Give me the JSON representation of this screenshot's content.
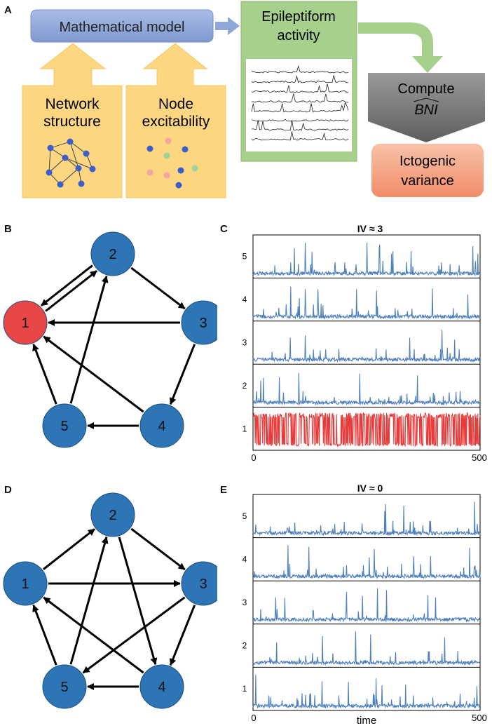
{
  "panels": {
    "a": "A",
    "b": "B",
    "c": "C",
    "d": "D",
    "e": "E"
  },
  "flow": {
    "model": "Mathematical model",
    "network_line1": "Network",
    "network_line2": "structure",
    "node_line1": "Node",
    "node_line2": "excitability",
    "epi_line1": "Epileptiform",
    "epi_line2": "activity",
    "compute_line1": "Compute",
    "compute_line2": "BNI",
    "ictogenic_line1": "Ictogenic",
    "ictogenic_line2": "variance"
  },
  "colors": {
    "model_box": "#8fa6d8",
    "yellow_arrow": "#fdd681",
    "green_box": "#a8d08d",
    "compute_box": "#7f7f7f",
    "ictogenic_box": "#f4a583",
    "node_blue": "#2e75b6",
    "node_red": "#e84747",
    "trace_blue": "#4f81bd",
    "trace_red": "#e83b3b",
    "dot_blue": "#3a5fcd",
    "dot_pink": "#f4a3a3",
    "dot_green": "#9bd39b"
  },
  "graphs": {
    "b": {
      "nodes": [
        "1",
        "2",
        "3",
        "4",
        "5"
      ],
      "highlighted_node": "1",
      "edges": [
        [
          "1",
          "2"
        ],
        [
          "2",
          "1"
        ],
        [
          "2",
          "3"
        ],
        [
          "3",
          "1"
        ],
        [
          "3",
          "4"
        ],
        [
          "4",
          "5"
        ],
        [
          "4",
          "1"
        ],
        [
          "5",
          "1"
        ],
        [
          "5",
          "2"
        ]
      ]
    },
    "d": {
      "nodes": [
        "1",
        "2",
        "3",
        "4",
        "5"
      ],
      "edges": [
        [
          "1",
          "2"
        ],
        [
          "1",
          "3"
        ],
        [
          "2",
          "3"
        ],
        [
          "2",
          "4"
        ],
        [
          "3",
          "4"
        ],
        [
          "3",
          "5"
        ],
        [
          "4",
          "5"
        ],
        [
          "4",
          "1"
        ],
        [
          "5",
          "1"
        ],
        [
          "5",
          "2"
        ]
      ]
    }
  },
  "chart_data": [
    {
      "type": "line",
      "title": "IV ≈ 3",
      "xlabel": "",
      "xlim": [
        0,
        500
      ],
      "x_ticks": [
        "0",
        "500"
      ],
      "series": [
        {
          "name": "5",
          "color": "#4f81bd"
        },
        {
          "name": "4",
          "color": "#4f81bd"
        },
        {
          "name": "3",
          "color": "#4f81bd"
        },
        {
          "name": "2",
          "color": "#4f81bd"
        },
        {
          "name": "1",
          "color": "#e83b3b"
        }
      ]
    },
    {
      "type": "line",
      "title": "IV ≈ 0",
      "xlabel": "time",
      "xlim": [
        0,
        500
      ],
      "x_ticks": [
        "0",
        "500"
      ],
      "series": [
        {
          "name": "5",
          "color": "#4f81bd"
        },
        {
          "name": "4",
          "color": "#4f81bd"
        },
        {
          "name": "3",
          "color": "#4f81bd"
        },
        {
          "name": "2",
          "color": "#4f81bd"
        },
        {
          "name": "1",
          "color": "#4f81bd"
        }
      ]
    }
  ]
}
